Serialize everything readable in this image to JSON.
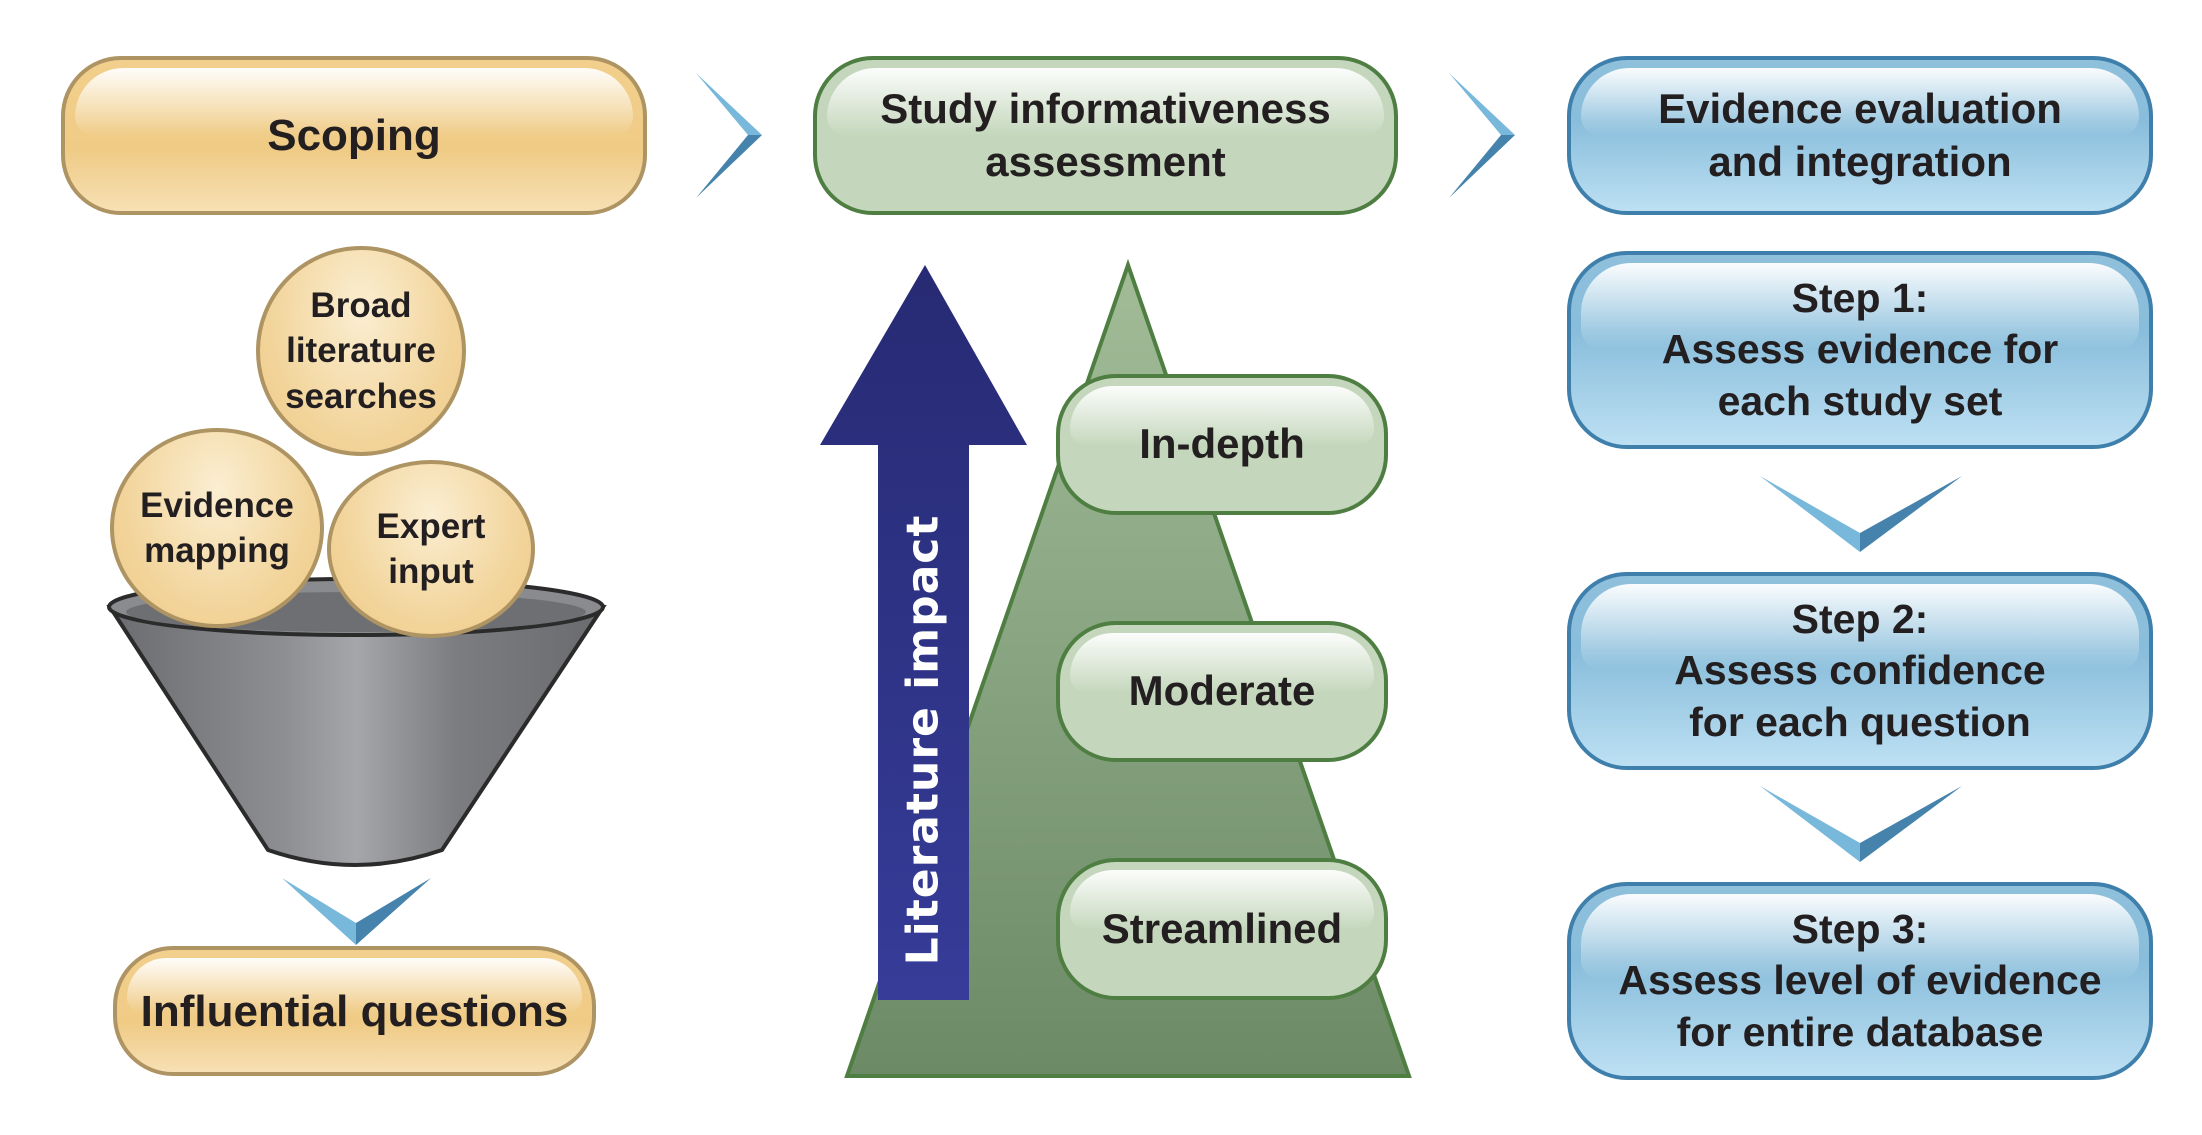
{
  "columns": {
    "scoping": {
      "header": "Scoping",
      "inputs": [
        "Broad\nliterature\nsearches",
        "Evidence\nmapping",
        "Expert\ninput"
      ],
      "output": "Influential questions"
    },
    "study": {
      "header": "Study informativeness\nassessment",
      "arrow_label": "Literature impact",
      "levels": [
        "In-depth",
        "Moderate",
        "Streamlined"
      ]
    },
    "evidence": {
      "header": "Evidence evaluation\nand integration",
      "steps": [
        "Step 1:\nAssess evidence for\neach study set",
        "Step 2:\nAssess confidence\nfor each question",
        "Step 3:\nAssess level of evidence\nfor entire database"
      ]
    }
  },
  "colors": {
    "orange_fill": "#efcb86",
    "orange_border": "#ae9463",
    "green_fill": "#c4d7bc",
    "green_border": "#4f7e42",
    "blue_fill": "#88bddb",
    "blue_border": "#3f7fab",
    "arrow_navy": "#2e3282",
    "chevron_light": "#78b8da",
    "chevron_dark": "#4583ad",
    "funnel_gray": "#7a7b7e"
  }
}
